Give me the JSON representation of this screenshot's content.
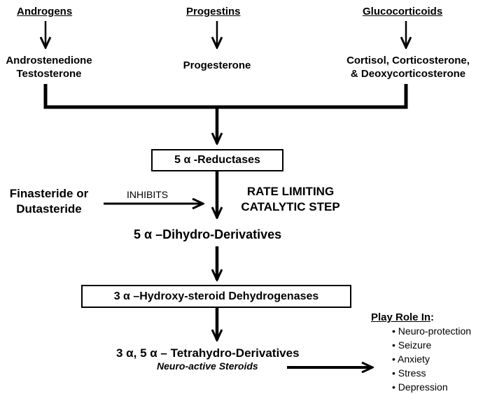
{
  "classes": {
    "androgens": {
      "heading": "Androgens",
      "line1": "Androstenedione",
      "line2": "Testosterone"
    },
    "progestins": {
      "heading": "Progestins",
      "line1": "Progesterone"
    },
    "glucocorticoids": {
      "heading": "Glucocorticoids",
      "line1": "Cortisol, Corticosterone,",
      "line2": "& Deoxycorticosterone"
    }
  },
  "steps": {
    "reductases": "5 α -Reductases",
    "dihydro": "5 α –Dihydro-Derivatives",
    "dehydrogenases": "3 α –Hydroxy-steroid Dehydrogenases",
    "tetrahydro": "3 α, 5 α – Tetrahydro-Derivatives",
    "neuroactive": "Neuro-active Steroids"
  },
  "inhibitor": {
    "line1": "Finasteride or",
    "line2": "Dutasteride",
    "arrow_label": "INHIBITS"
  },
  "rate_limiting": {
    "line1": "RATE LIMITING",
    "line2": "CATALYTIC STEP"
  },
  "roles": {
    "heading": "Play Role In",
    "heading_suffix": ":",
    "bullet": "•",
    "items": [
      "Neuro-protection",
      "Seizure",
      "Anxiety",
      "Stress",
      "Depression"
    ]
  }
}
